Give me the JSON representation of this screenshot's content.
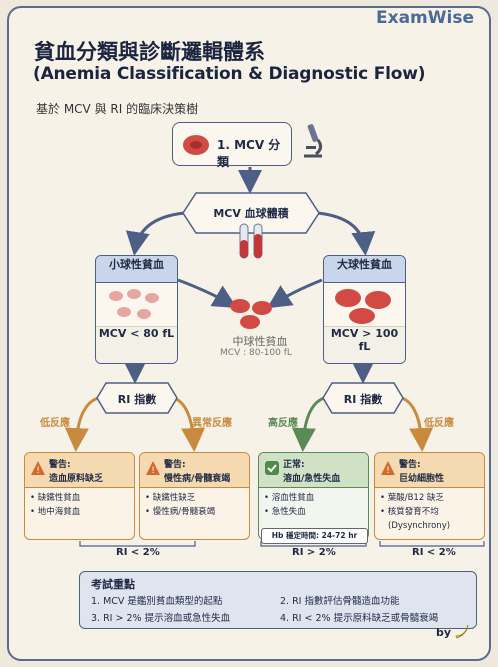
{
  "brand": "ExamWise",
  "title_zh": "貧血分類與診斷邏輯體系",
  "title_en": "(Anemia Classification & Diagnostic Flow)",
  "subtitle": "基於 MCV 與 RI 的臨床決策樹",
  "step1": "1. MCV 分類",
  "mcv_node": "MCV 血球體積",
  "micro": {
    "title": "小球性貧血",
    "value": "MCV < 80 fL"
  },
  "normo": {
    "title": "中球性貧血",
    "range": "MCV : 80-100 fL"
  },
  "macro": {
    "title": "大球性貧血",
    "value": "MCV > 100 fL"
  },
  "ri_label": "RI 指數",
  "labels": {
    "low_left": "低反應",
    "abnormal": "異常反應",
    "high": "高反應",
    "low_right": "低反應"
  },
  "cards": [
    {
      "t1": "警告:",
      "t2": "造血原料缺乏",
      "items": [
        "• 缺鐵性貧血",
        "• 地中海貧血"
      ]
    },
    {
      "t1": "警告:",
      "t2": "慢性病/骨髓衰竭",
      "items": [
        "• 缺鐵性缺乏",
        "• 慢性病/骨髓衰竭"
      ]
    },
    {
      "t1": "正常:",
      "t2": "溶血/急性失血",
      "items": [
        "• 溶血性貧血",
        "• 急性失血"
      ]
    },
    {
      "t1": "警告:",
      "t2": "巨幼細胞性",
      "items": [
        "• 葉酸/B12 缺乏",
        "• 核質發育不均",
        "(Dysynchrony)"
      ]
    }
  ],
  "hb_note": "Hb 穩定時間: 24-72 hr",
  "ri_ranges": {
    "left": "RI < 2%",
    "mid": "RI > 2%",
    "right": "RI < 2%"
  },
  "exam": {
    "title": "考試重點",
    "items": [
      "1. MCV 是鑑別貧血類型的起點",
      "2. RI 指數評估骨髓造血功能",
      "3. RI > 2% 提示溶血或急性失血",
      "4. RI < 2% 提示原料缺乏或骨髓衰竭"
    ]
  },
  "byline": "by",
  "colors": {
    "navy": "#4e5f86",
    "orange": "#c98a3e",
    "green": "#5a8a55",
    "red": "#c2383a",
    "paper": "#f7f2e8"
  }
}
